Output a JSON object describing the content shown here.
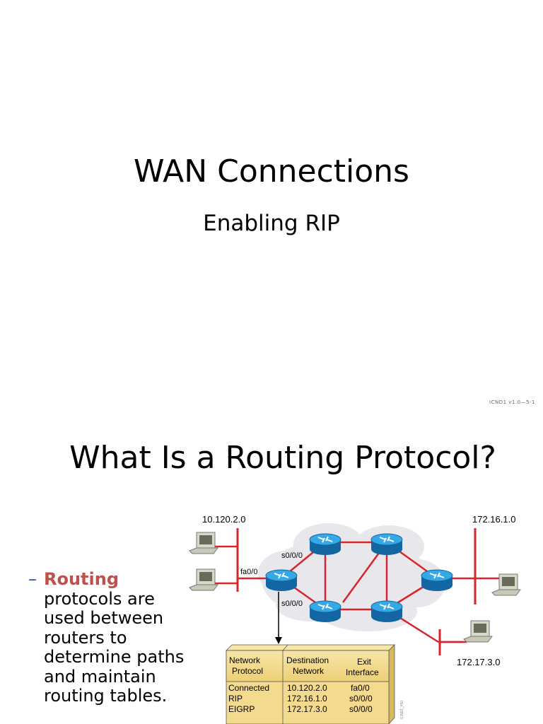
{
  "slide1": {
    "title": "WAN Connections",
    "subtitle": "Enabling RIP",
    "footer_code": "ICND1 v1.0—5-1"
  },
  "slide2": {
    "title": "What Is a Routing Protocol?",
    "bullet": {
      "dash": "–",
      "highlight": "Routing",
      "rest": "protocols are used between routers to determine paths and maintain routing tables."
    },
    "diagram": {
      "net_left": "10.120.2.0",
      "net_right_top": "172.16.1.0",
      "net_right_bottom": "172.17.3.0",
      "if_fa": "fa0/0",
      "if_s_top": "s0/0/0",
      "if_s_bottom": "s0/0/0",
      "figure_code": "ICND1_450",
      "table": {
        "headers": [
          [
            "Network",
            "Protocol"
          ],
          [
            "Destination",
            "Network"
          ],
          [
            "Exit",
            "Interface"
          ]
        ],
        "rows": [
          [
            "Connected",
            "10.120.2.0",
            "fa0/0"
          ],
          [
            "RIP",
            "172.16.1.0",
            "s0/0/0"
          ],
          [
            "EIGRP",
            "172.17.3.0",
            "s0/0/0"
          ]
        ]
      },
      "colors": {
        "link": "#d9242b",
        "router": "#1b8fcf",
        "cloud": "#e6e6ea",
        "table_fill": "#f3da8f"
      }
    }
  }
}
